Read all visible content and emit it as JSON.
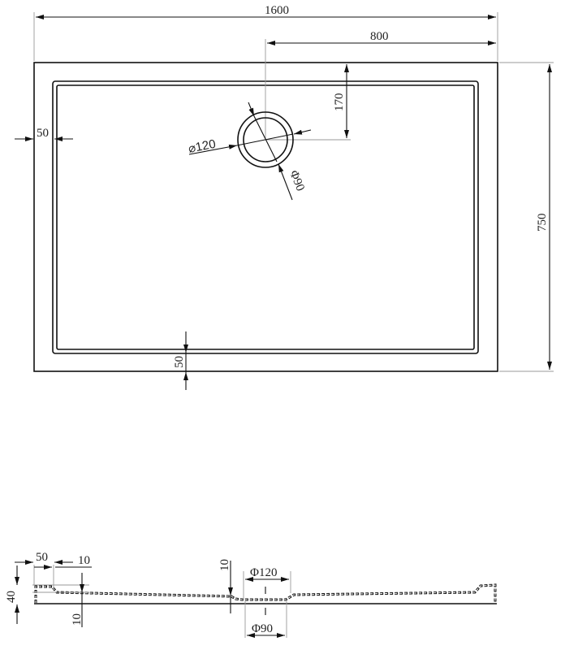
{
  "drawing": {
    "title": "Shower tray technical drawing",
    "plan_view": {
      "overall_width": "1600",
      "half_width_to_drain": "800",
      "overall_depth": "750",
      "drain_offset_from_top": "170",
      "rim_width_left": "50",
      "rim_width_bottom": "50",
      "drain_outer_diameter": "⌀120",
      "drain_inner_diameter": "Φ90"
    },
    "section_view": {
      "rim_width": "50",
      "step_width": "10",
      "height": "40",
      "base_thickness": "10",
      "drain_step_depth": "10",
      "drain_outer_diameter": "Φ120",
      "drain_inner_diameter": "Φ90"
    }
  }
}
